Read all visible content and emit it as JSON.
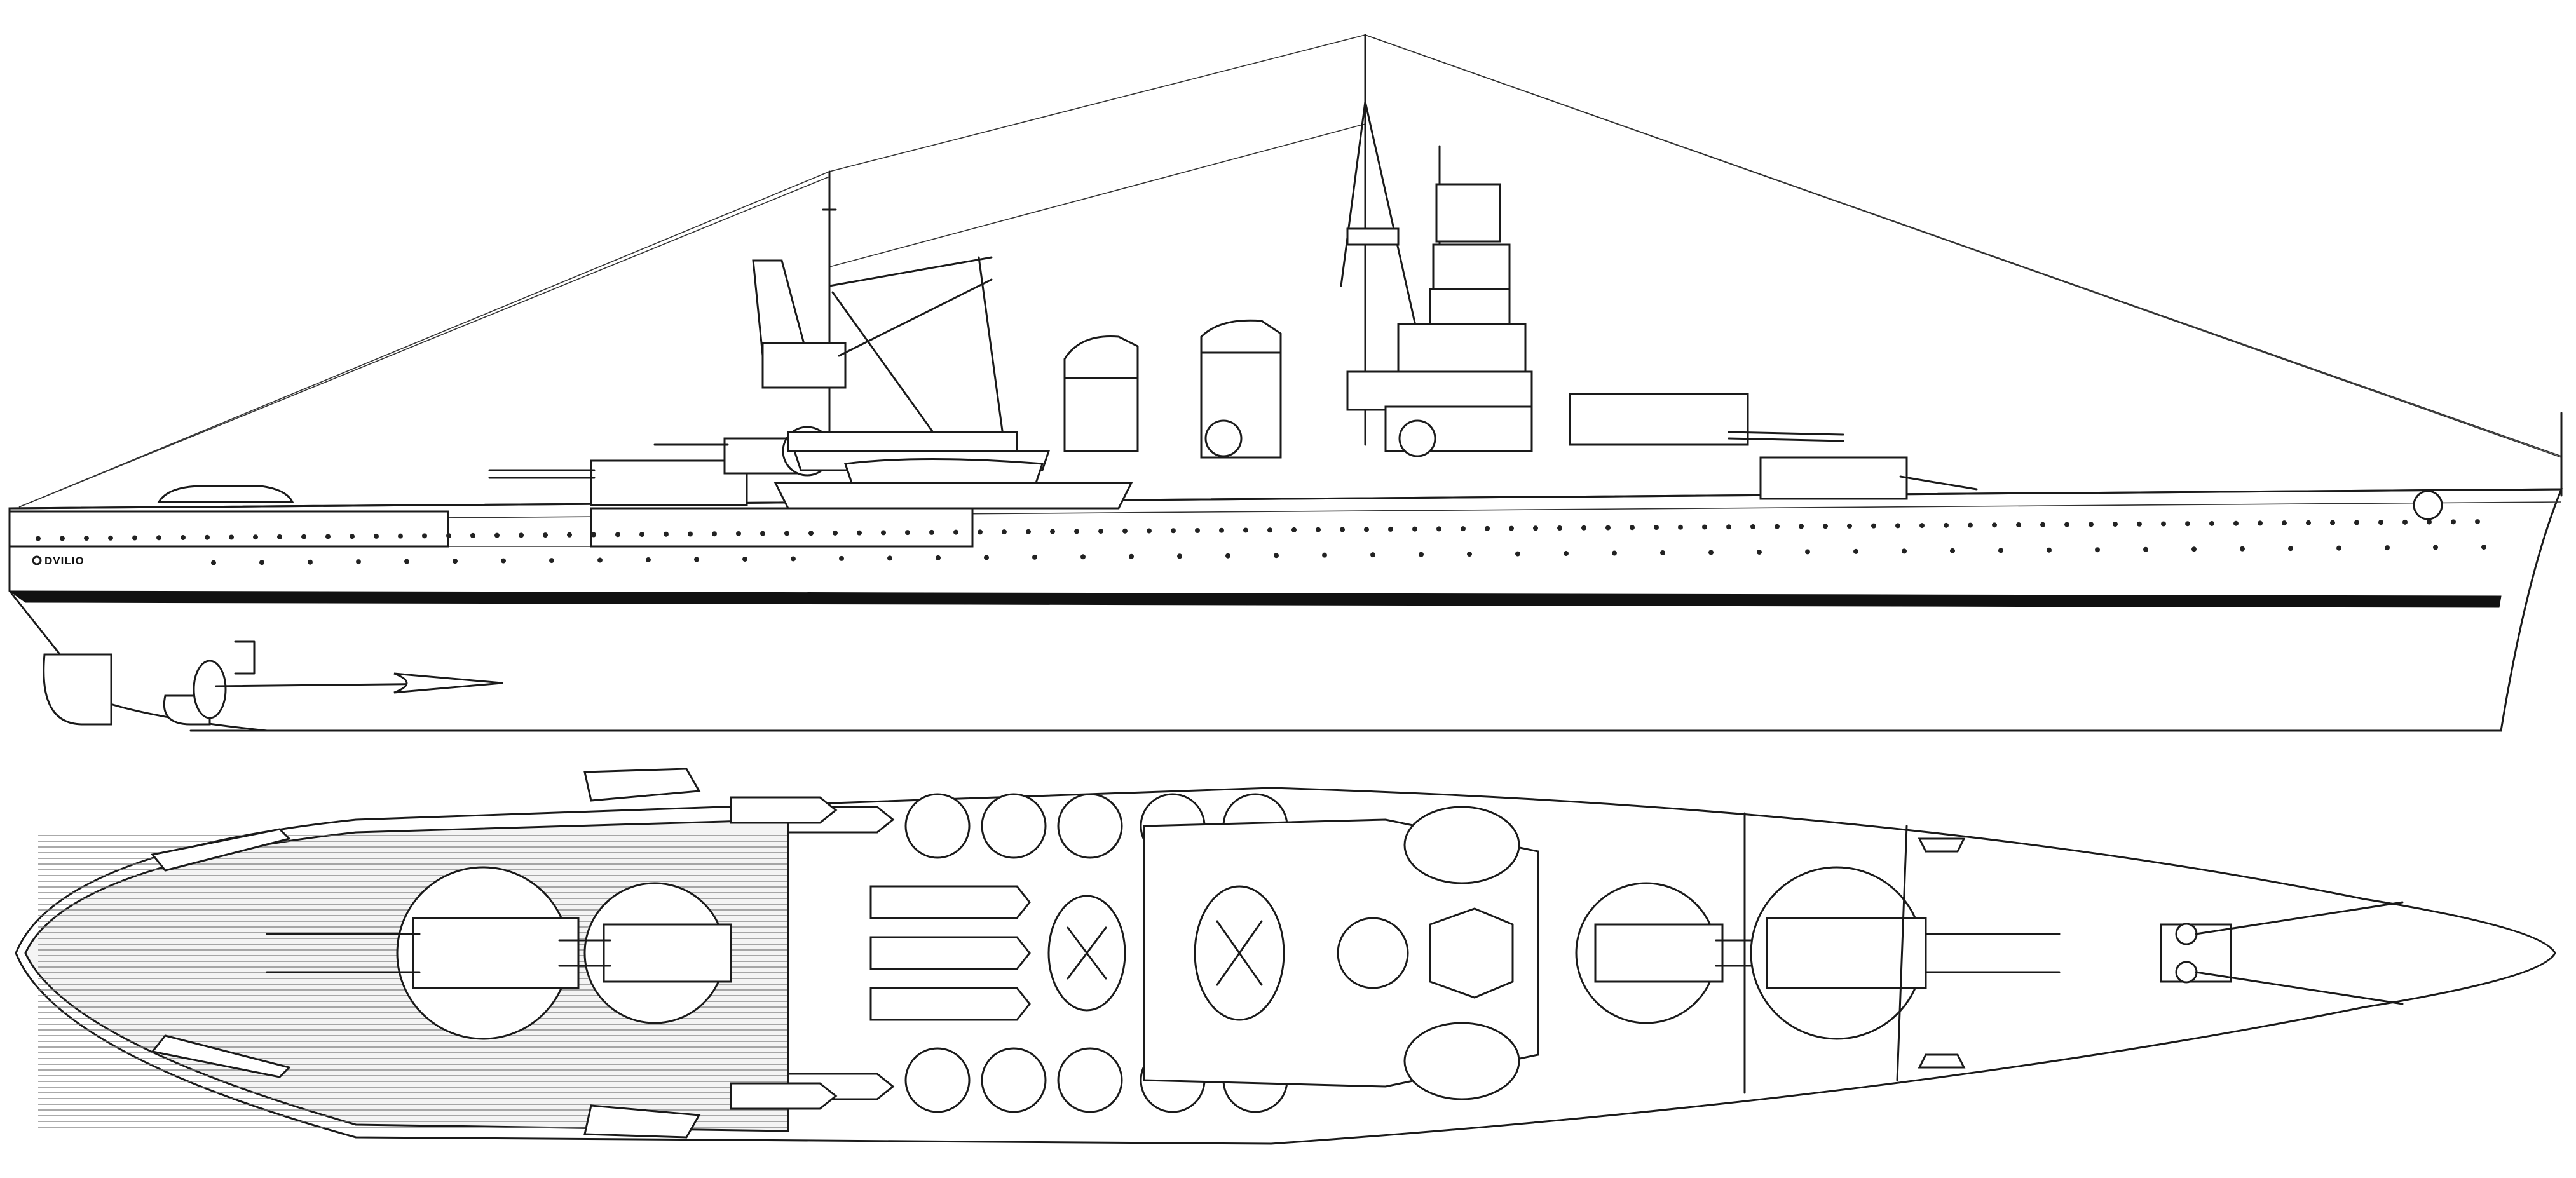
{
  "drawing": {
    "hull_name_label": "DVILIO",
    "ink_color": "#1a1a1a",
    "background_color": "#ffffff",
    "views": [
      "side-profile",
      "plan-view"
    ]
  }
}
